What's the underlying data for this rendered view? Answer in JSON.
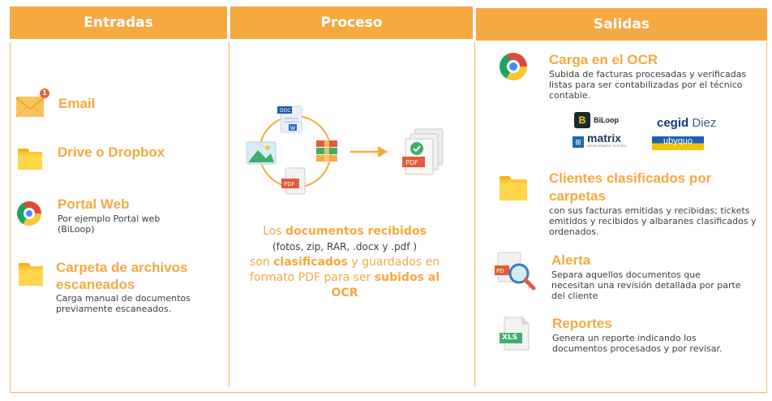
{
  "columns": {
    "inputs_title": "Entradas",
    "process_title": "Proceso",
    "outputs_title": "Salidas"
  },
  "colors": {
    "accent": "#f5a941",
    "text": "#3e3e3e"
  },
  "inputs": [
    {
      "title": "Email",
      "icon": "email-icon"
    },
    {
      "title": "Drive o Dropbox",
      "icon": "folder-icon"
    },
    {
      "title": "Portal Web",
      "desc": "Por ejemplo Portal web (BiLoop)",
      "icon": "chrome-icon"
    },
    {
      "title": "Carpeta de archivos escaneados",
      "desc": "Carga manual de documentos previamente escaneados.",
      "icon": "folder-icon"
    }
  ],
  "process": {
    "t1": "Los ",
    "t1b": "documentos recibidos",
    "t2": "(fotos, zip, RAR, .docx y .pdf )",
    "t3": "son ",
    "t3b": "clasificados",
    "t3c": " y guardados en",
    "t4": "formato PDF para ser ",
    "t4b": "subidos al",
    "t5b": "OCR",
    "icon_labels": {
      "doc": "DOC",
      "pdf": "PDF",
      "w": "W"
    }
  },
  "outputs": [
    {
      "title": "Carga en el OCR",
      "desc": "Subida de facturas procesadas y verificadas listas para ser contabilizadas por el técnico contable.",
      "icon": "chrome-icon"
    },
    {
      "title": "Clientes clasificados por carpetas",
      "desc": "con sus facturas emitidas y recibidas; tickets emitidos y recibidos y albaranes clasificados y ordenados.",
      "icon": "folder-icon"
    },
    {
      "title": "Alerta",
      "desc": "Separa aquellos documentos que necesitan una revisión detallada por parte del cliente",
      "icon": "pdf-search-icon"
    },
    {
      "title": "Reportes",
      "desc": "Genera un reporte indicando los documentos procesados y por revisar.",
      "icon": "xls-icon"
    }
  ],
  "logos": {
    "biloop": "BiLoop",
    "cegid": "cegid",
    "cegid2": "Diez",
    "matrix": "matrix",
    "matrix_sub": "DEVELOPMENT SYSTEM",
    "ubuquo": "ubyquo"
  },
  "badges": {
    "email_count": "1",
    "xls": "XLS"
  }
}
